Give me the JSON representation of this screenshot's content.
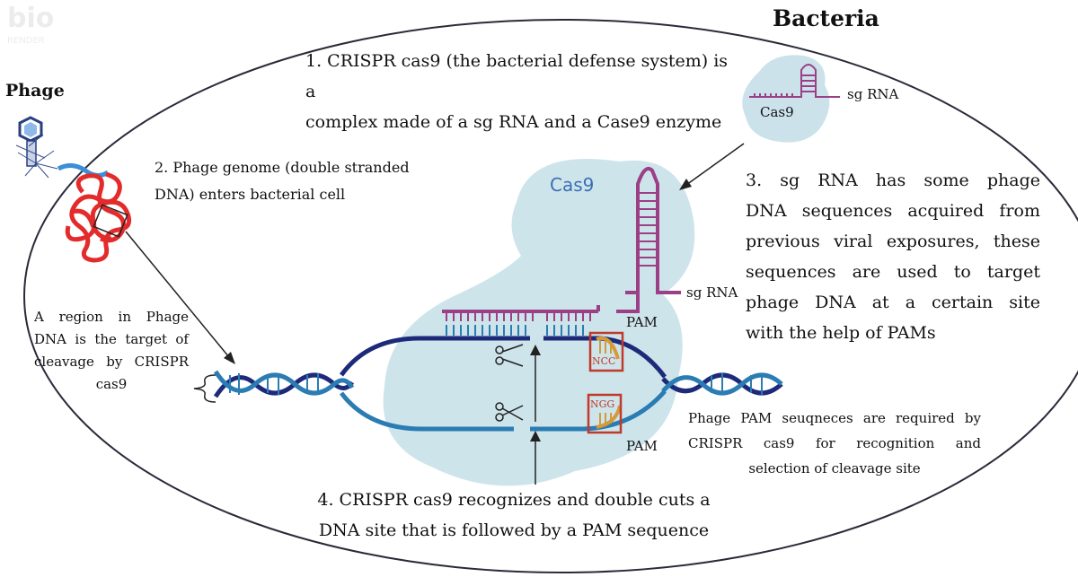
{
  "labels": {
    "logo": "bio RENDER",
    "bacteria": "Bacteria",
    "phage": "Phage",
    "cas9_large": "Cas9",
    "cas9_small": "Cas9",
    "sgrna_small": "sg RNA",
    "sgrna_large": "sg RNA",
    "pam_top": "PAM",
    "pam_bottom": "PAM",
    "ncc": "NCC",
    "ngg": "NGG"
  },
  "steps": {
    "step1_line1": "1. CRISPR cas9 (the bacterial defense system) is a",
    "step1_line2": "complex made of a sg RNA and a Case9 enzyme",
    "step2_line1": "2. Phage genome (double stranded",
    "step2_line2": "DNA) enters bacterial cell",
    "step3_lines": [
      "3. sg RNA has some phage",
      "DNA sequences acquired from",
      "previous viral exposures, these",
      "sequences are used to target",
      "phage DNA at a certain site",
      "with the help of PAMs"
    ],
    "step4_line1": "4. CRISPR cas9 recognizes and double cuts a",
    "step4_line2": "DNA site that is followed by a PAM sequence"
  },
  "notes": {
    "target_lines": [
      "A region in Phage",
      "DNA is the target of",
      "cleavage by CRISPR",
      "cas9"
    ],
    "pam_lines": [
      "Phage PAM seuqneces are required by",
      "CRISPR cas9 for recognition and",
      "selection of cleavage site"
    ]
  },
  "colors": {
    "cas9_blob": "#c6dfe8",
    "rna": "#9b3f86",
    "dna_dark": "#1d2a7a",
    "dna_light": "#2a7cb3",
    "phage_dna": "#e32b2b",
    "pam_box": "#c0392b",
    "pam_bar": "#d49a3a"
  }
}
